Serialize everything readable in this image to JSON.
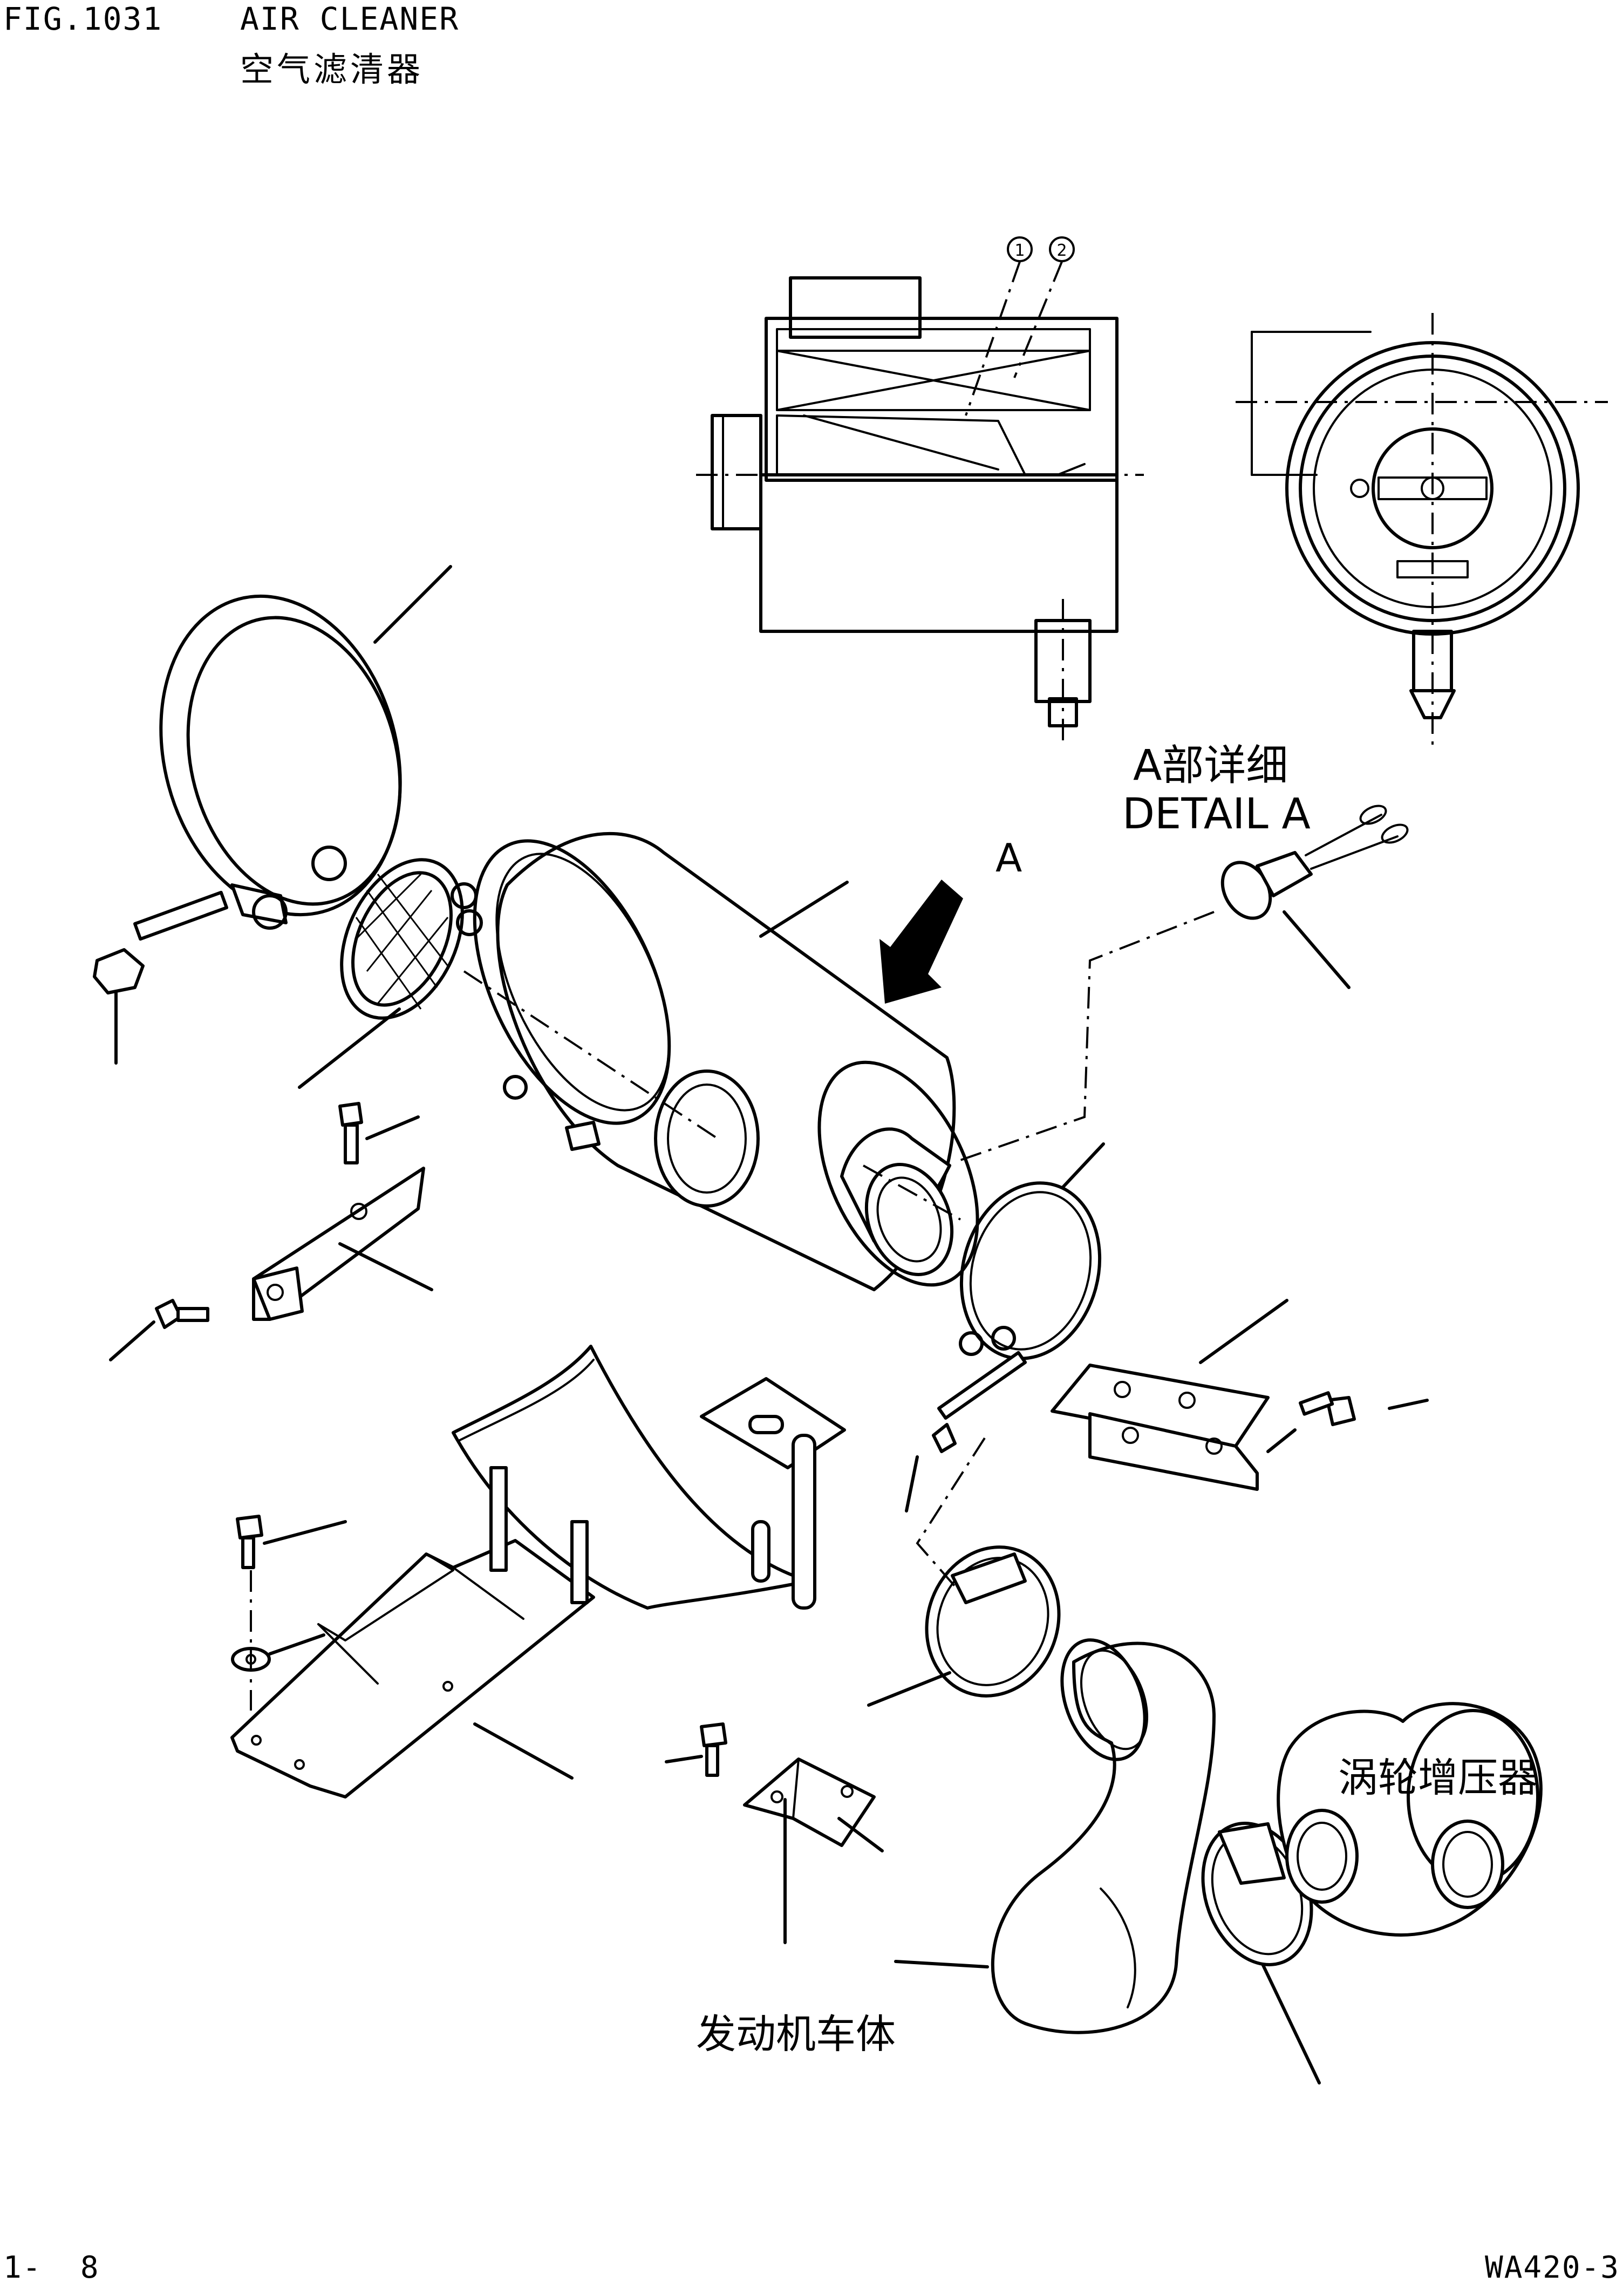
{
  "header": {
    "fig_number": "FIG.1031",
    "title_en": "AIR CLEANER",
    "title_cn": "空气滤清器"
  },
  "detail_views": {
    "item_numbers": [
      "1",
      "2"
    ]
  },
  "labels": {
    "detail_a_cn": "A部详细",
    "detail_a_en": "DETAIL A",
    "view_arrow": "A",
    "turbocharger_cn": "涡轮增压器",
    "engine_body_cn": "发动机车体"
  },
  "footer": {
    "page": "1-  8",
    "model": "WA420-3"
  },
  "icons": [
    "arrow-icon"
  ]
}
